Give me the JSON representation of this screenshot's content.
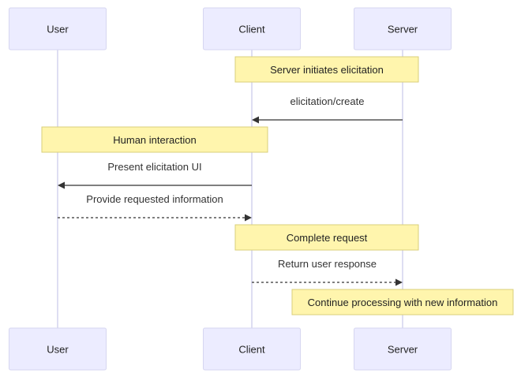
{
  "participants": [
    {
      "id": "user",
      "label": "User"
    },
    {
      "id": "client",
      "label": "Client"
    },
    {
      "id": "server",
      "label": "Server"
    }
  ],
  "steps": [
    {
      "kind": "note",
      "text": "Server initiates elicitation",
      "over": [
        "client",
        "server"
      ]
    },
    {
      "kind": "message",
      "from": "server",
      "to": "client",
      "text": "elicitation/create",
      "style": "solid"
    },
    {
      "kind": "note",
      "text": "Human interaction",
      "over": [
        "user",
        "client"
      ]
    },
    {
      "kind": "message",
      "from": "client",
      "to": "user",
      "text": "Present elicitation UI",
      "style": "solid"
    },
    {
      "kind": "message",
      "from": "user",
      "to": "client",
      "text": "Provide requested information",
      "style": "dotted"
    },
    {
      "kind": "note",
      "text": "Complete request",
      "over": [
        "client",
        "server"
      ]
    },
    {
      "kind": "message",
      "from": "client",
      "to": "server",
      "text": "Return user response",
      "style": "dotted"
    },
    {
      "kind": "note",
      "text": "Continue processing with new information",
      "over": [
        "server"
      ]
    }
  ],
  "colors": {
    "actor_fill": "#ececff",
    "note_fill": "#fff5ad",
    "line": "#333333"
  }
}
